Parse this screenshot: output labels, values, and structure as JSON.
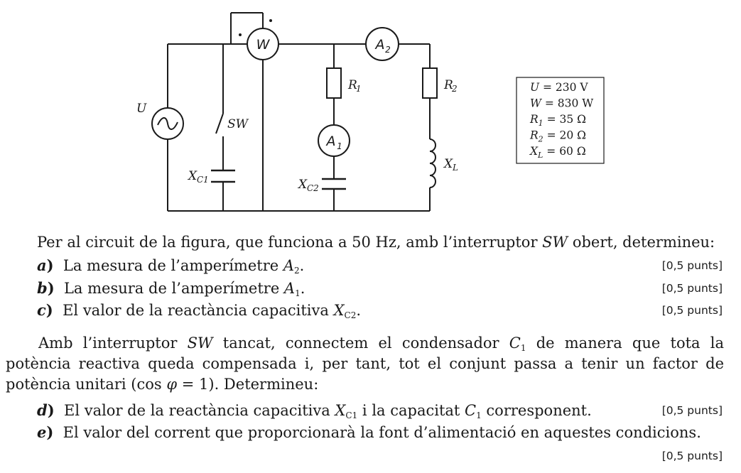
{
  "circuit": {
    "labels": {
      "source": "U",
      "switch": "SW",
      "xc1": "X",
      "xc1_sub": "C1",
      "xc2": "X",
      "xc2_sub": "C2",
      "r1": "R",
      "r1_sub": "1",
      "r2": "R",
      "r2_sub": "2",
      "xl": "X",
      "xl_sub": "L",
      "wattmeter": "W",
      "ammeter2": "A",
      "ammeter2_sub": "2",
      "ammeter1": "A",
      "ammeter1_sub": "1"
    },
    "givens": [
      {
        "sym": "U",
        "sub": "",
        "val": " = 230 V"
      },
      {
        "sym": "W",
        "sub": "",
        "val": " = 830 W"
      },
      {
        "sym": "R",
        "sub": "1",
        "val": " = 35 Ω"
      },
      {
        "sym": "R",
        "sub": "2",
        "val": " = 20 Ω"
      },
      {
        "sym": "X",
        "sub": "L",
        "val": " = 60 Ω"
      }
    ]
  },
  "intro": {
    "t1": "Per al circuit de la figura, que funciona a 50 Hz, amb l’interruptor ",
    "sw": "SW",
    "t2": " obert, determineu:"
  },
  "questions": [
    {
      "letter": "a",
      "pre": "La mesura de l’amperímetre ",
      "var": "A",
      "sub": "2",
      "post": ".",
      "points": "[0,5 punts]"
    },
    {
      "letter": "b",
      "pre": "La mesura de l’amperímetre ",
      "var": "A",
      "sub": "1",
      "post": ".",
      "points": "[0,5 punts]"
    },
    {
      "letter": "c",
      "pre": "El valor de la reactància capacitiva ",
      "var": "X",
      "sub": "C2",
      "post": ".",
      "points": "[0,5 punts]"
    }
  ],
  "part2": {
    "t1": "Amb l’interruptor ",
    "sw": "SW",
    "t2": " tancat, connectem el condensador ",
    "c": "C",
    "c_sub": "1",
    "t3": " de manera que tota la potència reactiva queda compensada i, per tant, tot el conjunt passa a tenir un factor de potència unitari (cos ",
    "phi": "φ",
    "t4": " = 1). Determineu:"
  },
  "questions2": [
    {
      "letter": "d",
      "pre": "El valor de la reactància capacitiva ",
      "var": "X",
      "sub": "C1",
      "mid": " i la capacitat ",
      "var2": "C",
      "sub2": "1",
      "post": " corresponent.",
      "points": "[0,5 punts]"
    },
    {
      "letter": "e",
      "pre": "El valor del corrent que proporcionarà la font d’alimentació en aquestes condicions.",
      "points": "[0,5 punts]"
    }
  ]
}
